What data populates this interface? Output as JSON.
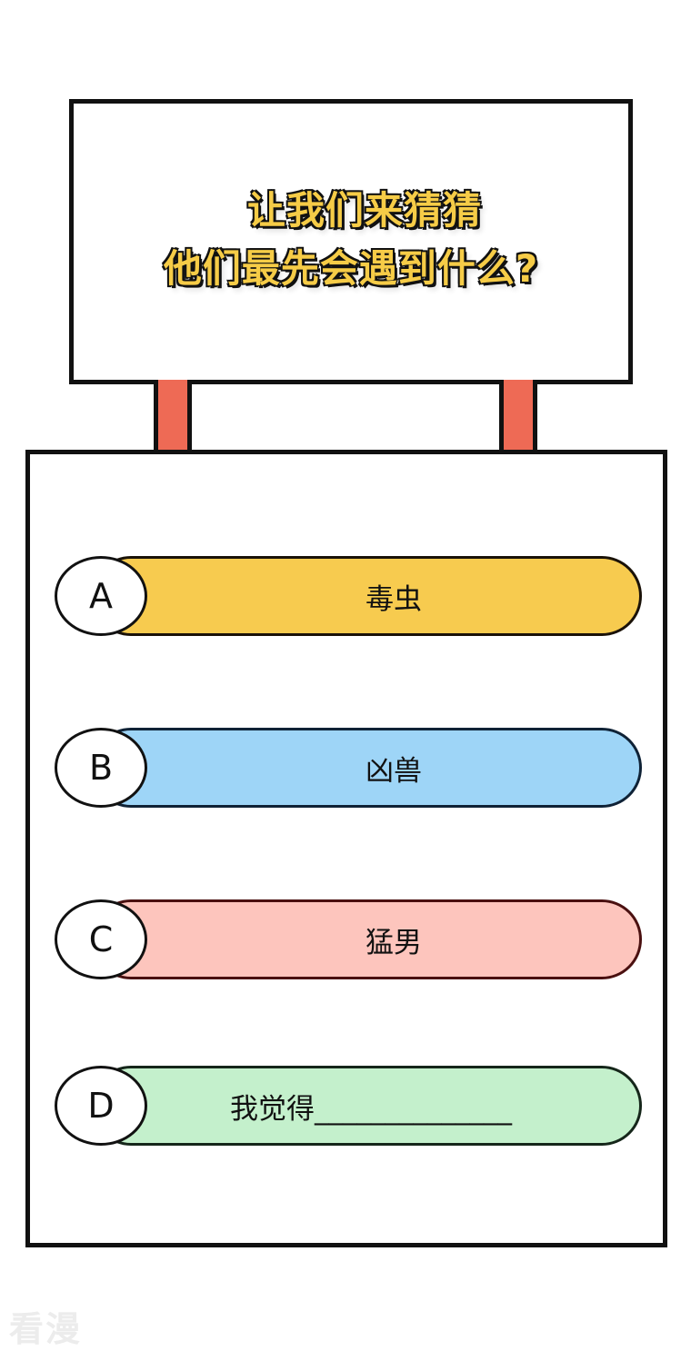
{
  "sign": {
    "title_line1": "让我们来猜猜",
    "title_line2": "他们最先会遇到什么?",
    "text_color": "#F6CC47",
    "post_color": "#EE6A55"
  },
  "options": [
    {
      "letter": "A",
      "label": "毒虫",
      "color": "#F7CB4F"
    },
    {
      "letter": "B",
      "label": "凶兽",
      "color": "#9ED5F7"
    },
    {
      "letter": "C",
      "label": "猛男",
      "color": "#FDC5BD"
    },
    {
      "letter": "D",
      "label": "我觉得______________",
      "color": "#C4F0CC"
    }
  ],
  "watermark": "看漫"
}
